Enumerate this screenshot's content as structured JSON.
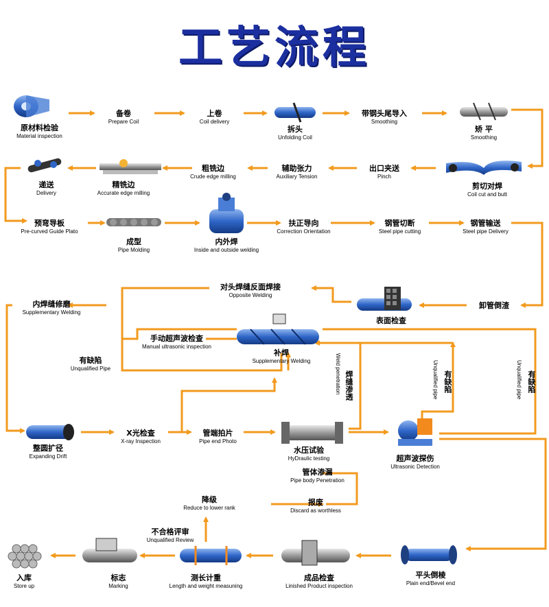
{
  "title": "工艺流程",
  "nodes": {
    "n1": {
      "zh": "原材料检验",
      "en": "Material inspection"
    },
    "n2": {
      "zh": "备卷",
      "en": "Prepare   Coil"
    },
    "n3": {
      "zh": "上卷",
      "en": "Coil   delivery"
    },
    "n4": {
      "zh": "拆头",
      "en": "Unfolding Coil"
    },
    "n5": {
      "zh": "带钢头尾导入",
      "en": "Smoothing"
    },
    "n6": {
      "zh": "矫 平",
      "en": "Smoothing"
    },
    "n7": {
      "zh": "剪切对焊",
      "en": "Coil cut and butt"
    },
    "n8": {
      "zh": "出口夹送",
      "en": "Pinch"
    },
    "n9": {
      "zh": "辅助张力",
      "en": "Auxiliary Tension"
    },
    "n10": {
      "zh": "粗铣边",
      "en": "Crude edge milling"
    },
    "n11": {
      "zh": "精铣边",
      "en": "Accurate edge milling"
    },
    "n12": {
      "zh": "递送",
      "en": "Delivery"
    },
    "n13": {
      "zh": "预弯导板",
      "en": "Pre-curved Guide Plato"
    },
    "n14": {
      "zh": "成型",
      "en": "Pipe Molding"
    },
    "n15": {
      "zh": "内外焊",
      "en": "Inside and outside welding"
    },
    "n16": {
      "zh": "扶正导向",
      "en": "Correction Orientation"
    },
    "n17": {
      "zh": "钢管切断",
      "en": "Steel pipe cutting"
    },
    "n18": {
      "zh": "钢管输送",
      "en": "Steel pipe Delivery"
    },
    "n19": {
      "zh": "卸管倒渣",
      "en": ""
    },
    "n20": {
      "zh": "表面检查",
      "en": ""
    },
    "n21": {
      "zh": "对头焊缝反面焊接",
      "en": "Opposite Welding"
    },
    "n22": {
      "zh": "内焊缝修磨",
      "en": "Supplementary Welding"
    },
    "n23": {
      "zh": "手动超声波检查",
      "en": "Manual ultrasonic inspection"
    },
    "n24": {
      "zh": "补焊",
      "en": "Supplementary Welding"
    },
    "n25": {
      "zh": "有缺陷",
      "en": "Unqualified Pipe"
    },
    "n26": {
      "zh": "整圆扩径",
      "en": "Expanding Drift"
    },
    "n27": {
      "zh": "X光检查",
      "en": "X-ray Inspection"
    },
    "n28": {
      "zh": "管端拍片",
      "en": "Pipe end Photo"
    },
    "n29": {
      "zh": "水压试验",
      "en": "HyDraulic testing"
    },
    "n30": {
      "zh": "管体渗漏",
      "en": "Pipe body Penetration"
    },
    "n31": {
      "zh": "超声波探伤",
      "en": "Ultrasonic Detection"
    },
    "n32": {
      "zh": "降级",
      "en": "Reduce to lower rank"
    },
    "n33": {
      "zh": "报废",
      "en": "Discard as worthless"
    },
    "n34": {
      "zh": "不合格评审",
      "en": "Unqualified Review"
    },
    "n35": {
      "zh": "入库",
      "en": "Store up"
    },
    "n36": {
      "zh": "标志",
      "en": "Marking"
    },
    "n37": {
      "zh": "测长计重",
      "en": "Length and weight measuning"
    },
    "n38": {
      "zh": "成品检查",
      "en": "Linished Product inspection"
    },
    "n39": {
      "zh": "平头倒棱",
      "en": "Plain end/Bevel end"
    }
  },
  "vertical": {
    "weld_zh": "焊缝渗透",
    "weld_en": "Weld penetration",
    "unq1_zh": "有缺陷",
    "unq1_en": "Unqualified pipe",
    "unq2_zh": "有缺陷",
    "unq2_en": "Unqualified pipe"
  },
  "colors": {
    "arrow": "#f29a1e",
    "title": "#1c2fa0",
    "steel": "#2f66c8"
  }
}
